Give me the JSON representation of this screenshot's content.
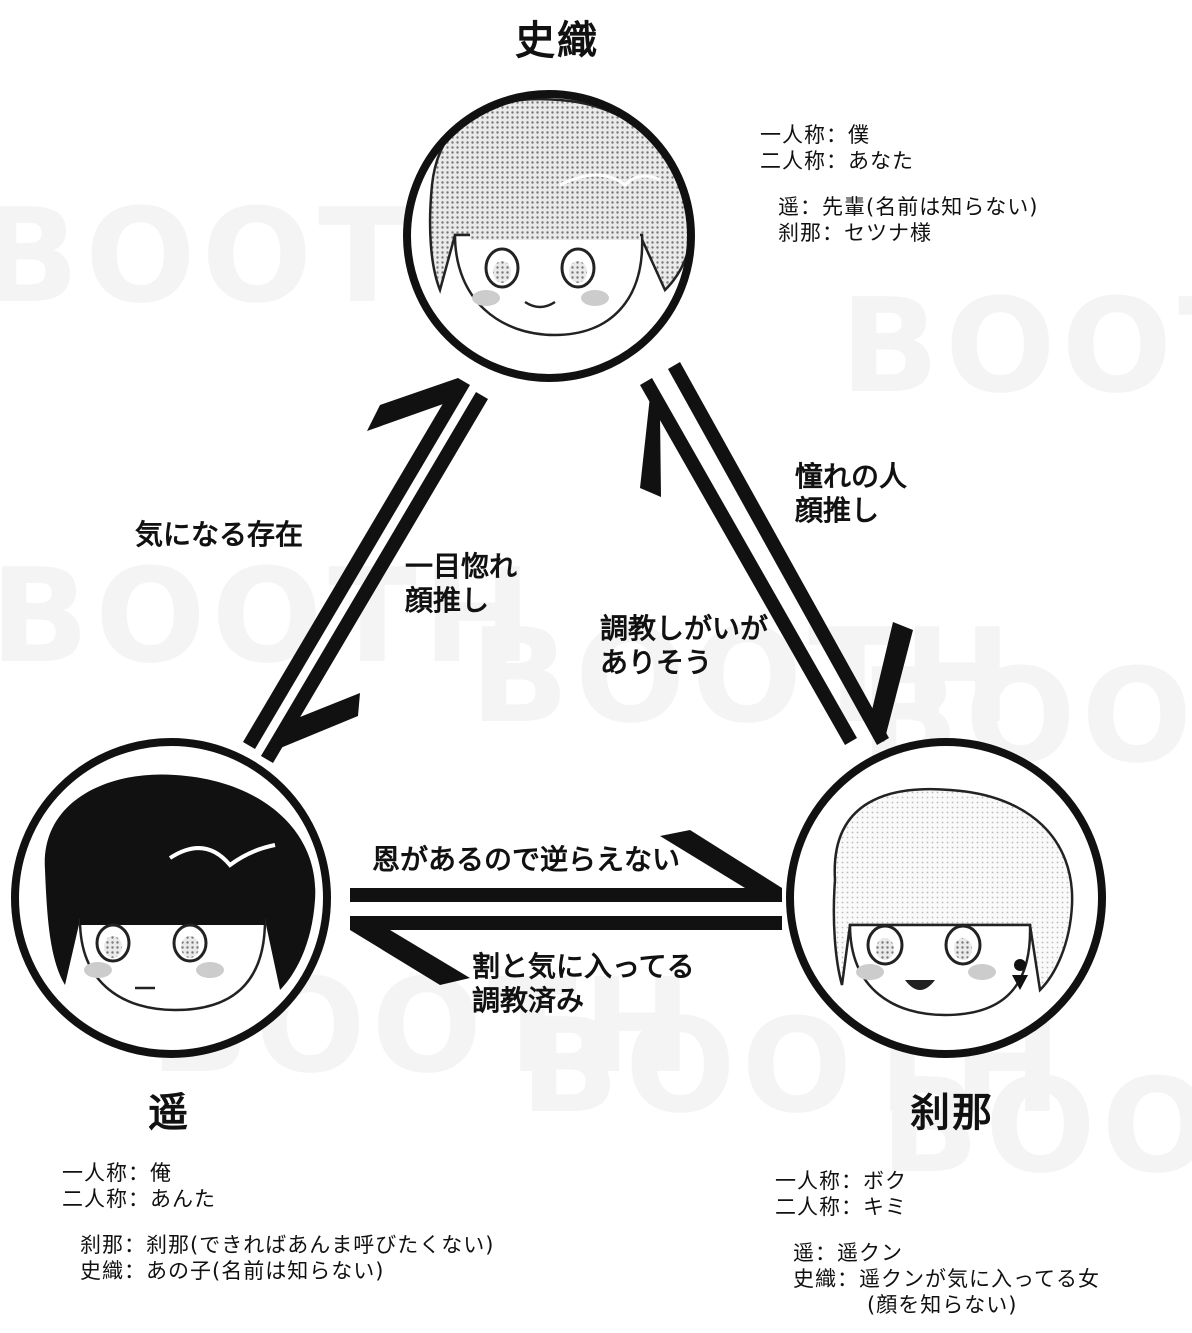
{
  "characters": {
    "shiori": {
      "name": "史織",
      "pronouns": [
        "一人称：僕",
        "二人称：あなた"
      ],
      "calls": [
        "遥：先輩(名前は知らない)",
        "刹那：セツナ様"
      ]
    },
    "haruka": {
      "name": "遥",
      "pronouns": [
        "一人称：俺",
        "二人称：あんた"
      ],
      "calls": [
        "刹那：刹那(できればあんま呼びたくない)",
        "史織：あの子(名前は知らない)"
      ]
    },
    "setsuna": {
      "name": "刹那",
      "pronouns": [
        "一人称：ボク",
        "二人称：キミ"
      ],
      "calls": [
        "遥：遥クン",
        "史織：遥クンが気に入ってる女",
        "(顔を知らない)"
      ]
    }
  },
  "relations": {
    "haruka_to_shiori": "気になる存在",
    "shiori_to_haruka": [
      "一目惚れ",
      "顔推し"
    ],
    "shiori_to_setsuna": [
      "憧れの人",
      "顔推し"
    ],
    "setsuna_to_shiori": [
      "調教しがいが",
      "ありそう"
    ],
    "haruka_to_setsuna": "恩があるので逆らえない",
    "setsuna_to_haruka": [
      "割と気に入ってる",
      "調教済み"
    ]
  },
  "watermark": "BOOTH"
}
